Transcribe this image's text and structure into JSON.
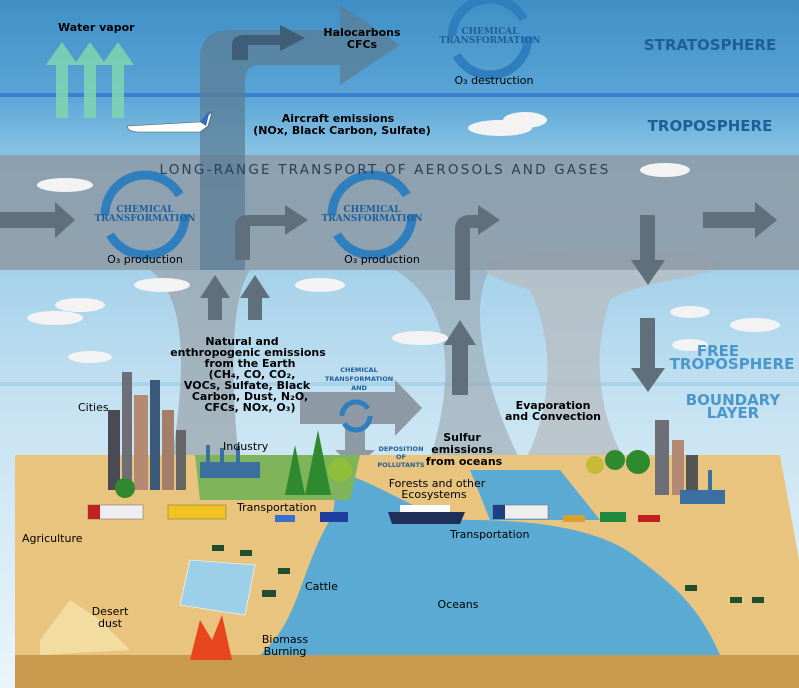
{
  "layers": {
    "stratosphere": "STRATOSPHERE",
    "troposphere": "TROPOSPHERE",
    "free_troposphere_1": "FREE",
    "free_troposphere_2": "TROPOSPHERE",
    "boundary_layer_1": "BOUNDARY",
    "boundary_layer_2": "LAYER"
  },
  "banner": "LONG-RANGE TRANSPORT OF AEROSOLS AND GASES",
  "labels": {
    "water_vapor": "Water vapor",
    "halocarbons": "Halocarbons",
    "cfcs": "CFCs",
    "o3_destruction": "O₃ destruction",
    "aircraft_1": "Aircraft emissions",
    "aircraft_2": "(NOx, Black Carbon, Sulfate)",
    "o3_production_left": "O₃ production",
    "o3_production_mid": "O₃ production",
    "chem_line1": "CHEMICAL",
    "chem_line2": "TRANSFORMATION",
    "chem_and_1": "CHEMICAL",
    "chem_and_2": "TRANSFORMATION",
    "chem_and_3": "AND",
    "deposition_1": "DEPOSITION",
    "deposition_2": "OF",
    "deposition_3": "POLLUTANTS",
    "emissions": [
      "Natural and",
      "enthropogenic emissions",
      "from the Earth",
      "(CH₄, CO, CO₂,",
      "VOCs, Sulfate, Black",
      "Carbon, Dust, N₂O,",
      "CFCs, NOx, O₃)"
    ],
    "cities": "Cities",
    "industry": "Industry",
    "sulfur": [
      "Sulfur",
      "emissions",
      "from oceans"
    ],
    "forests": [
      "Forests and other",
      "Ecosystems"
    ],
    "evaporation": [
      "Evaporation",
      "and Convection"
    ],
    "transportation_left": "Transportation",
    "transportation_right": "Transportation",
    "agriculture": "Agriculture",
    "cattle": "Cattle",
    "desert_1": "Desert",
    "desert_2": "dust",
    "oceans": "Oceans",
    "biomass_1": "Biomass",
    "biomass_2": "Burning"
  },
  "colors": {
    "stratosphere": "#4a97cc",
    "troposphere": "#7cbde0",
    "transport_band": "#8d9aa6",
    "land": "#e9c47e",
    "ocean": "#5aaad3",
    "layer_text": "#1f5f99"
  }
}
